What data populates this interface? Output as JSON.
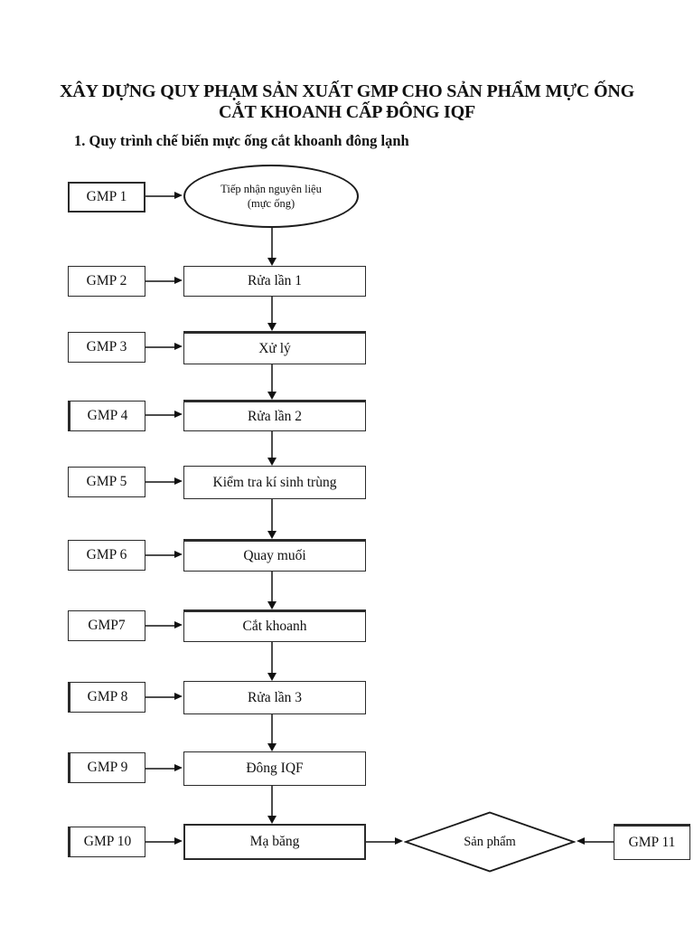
{
  "page": {
    "title_line1": "XÂY DỰNG QUY PHẠM SẢN XUẤT GMP CHO SẢN PHẨM MỰC ỐNG",
    "title_line2": "CẮT KHOANH CẤP ĐÔNG IQF",
    "section_heading": "1. Quy trình chế biến mực ống cắt khoanh đông lạnh"
  },
  "flowchart": {
    "gmp_labels": [
      "GMP 1",
      "GMP 2",
      "GMP 3",
      "GMP 4",
      "GMP 5",
      "GMP 6",
      "GMP7",
      "GMP 8",
      "GMP 9",
      "GMP 10",
      "GMP 11"
    ],
    "start_node": {
      "line1": "Tiếp nhận nguyên liệu",
      "line2": "(mực ống)"
    },
    "steps": [
      "Rửa lần 1",
      "Xử lý",
      "Rửa lần 2",
      "Kiểm tra kí sinh trùng",
      "Quay muối",
      "Cắt khoanh",
      "Rửa lần 3",
      "Đông IQF",
      "Mạ băng"
    ],
    "decision": "Sản phẩm"
  },
  "colors": {
    "background": "#ffffff",
    "border": "#2b2b2b",
    "line": "#4d4d4d",
    "arrowhead": "#111111",
    "text": "#111111"
  }
}
